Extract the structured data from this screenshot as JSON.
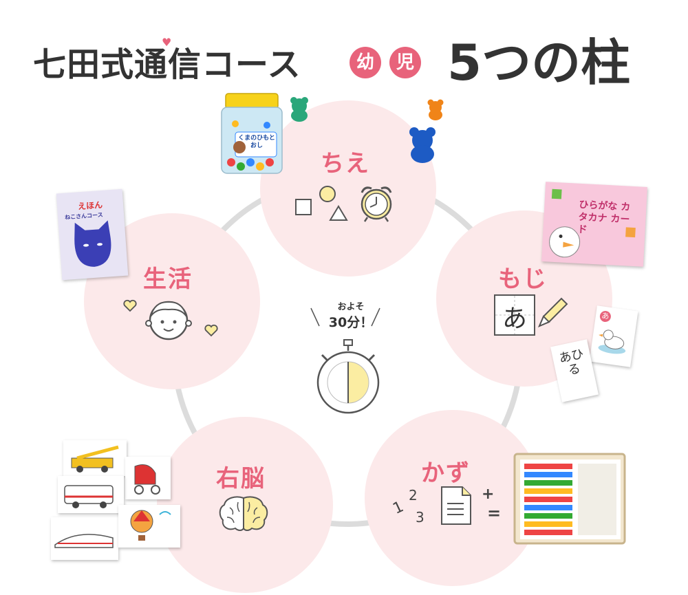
{
  "header": {
    "title_main": "七田式通信コース",
    "badge_1": "幼",
    "badge_2": "児",
    "title_big": "5つの柱"
  },
  "timer": {
    "line1": "およそ",
    "line2": "30分！"
  },
  "pillars": [
    {
      "label": "ちえ"
    },
    {
      "label": "もじ"
    },
    {
      "label": "かず"
    },
    {
      "label": "右脳"
    },
    {
      "label": "生活"
    }
  ],
  "mini": {
    "moji_letter": "あ",
    "card_top": "あ",
    "card_word": "あひる",
    "num_1": "1",
    "num_2": "2",
    "num_3": "3",
    "plus": "+",
    "equals": "="
  },
  "products": {
    "jar_label": "くまのひもとおし",
    "book_label": "えほん",
    "book_sub": "ねこさんコース",
    "card_pack": "ひらがな カタカナ カード"
  },
  "colors": {
    "accent": "#e8637b",
    "circle_fill": "#fce9ea",
    "ring": "#d9d9d9",
    "timer_fill": "#fbeda2"
  }
}
